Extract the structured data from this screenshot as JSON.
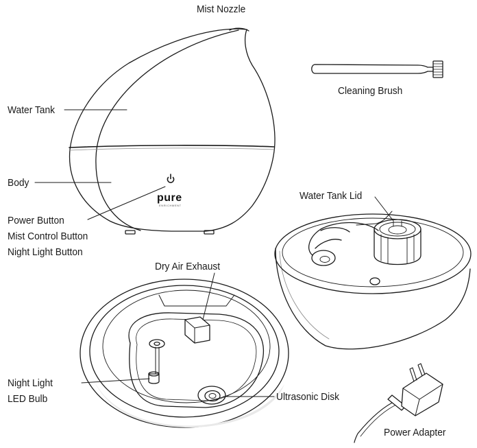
{
  "colors": {
    "ink": "#1a1a1a",
    "shade": "#e9e9e9",
    "background": "#ffffff"
  },
  "labels": {
    "mist_nozzle": "Mist Nozzle",
    "water_tank": "Water Tank",
    "body": "Body",
    "power_button": "Power Button",
    "mist_control_button": "Mist Control Button",
    "night_light_button": "Night Light Button",
    "cleaning_brush": "Cleaning Brush",
    "water_tank_lid": "Water Tank Lid",
    "dry_air_exhaust": "Dry Air Exhaust",
    "night_light": "Night Light",
    "led_bulb": "LED Bulb",
    "ultrasonic_disk": "Ultrasonic Disk",
    "power_adapter": "Power Adapter"
  },
  "logo": {
    "brand": "pure",
    "tagline": "ENRICHMENT"
  },
  "icons": [
    "power-icon"
  ]
}
